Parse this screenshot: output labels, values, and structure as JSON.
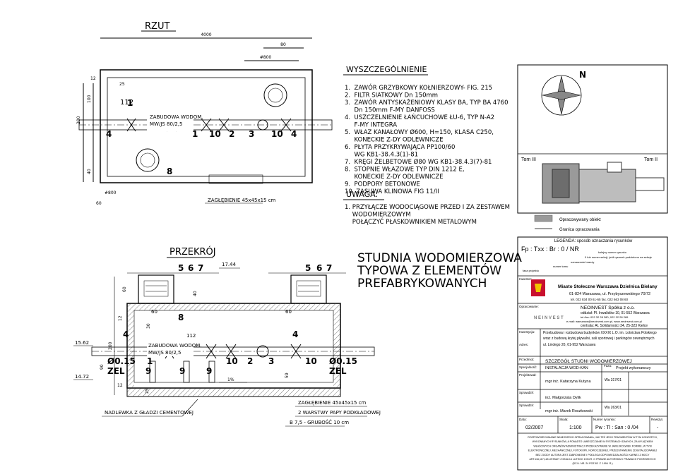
{
  "rzut": {
    "title": "RZUT",
    "dims": {
      "w4000": "4000",
      "w80": "80",
      "w800": "#800",
      "h12": "12",
      "h25": "25",
      "h200": "200",
      "h100": "100",
      "h40": "40",
      "h60": "60",
      "hatch800": "#800"
    },
    "d112": "112",
    "label_zabudowa": "ZABUDOWA WODOM.",
    "label_mwjs": "MW/JS 80/2,5",
    "glebienie": "ZAGŁĘBIENIE 45x45x15 cm",
    "item_numbers": [
      "1",
      "4",
      "8",
      "1",
      "10",
      "2",
      "3",
      "10",
      "4"
    ]
  },
  "wyszczegolnienie": {
    "title": "WYSZCZEGÓLNIENIE",
    "lines": [
      "1.  ZAWÓR GRZYBKOWY KOŁNIERZOWY- FIG. 215",
      "2.  FILTR SIATKOWY Dn 150mm",
      "3.  ZAWÓR ANTYSKAŻENIOWY KLASY BA, TYP BA 4760",
      "     Dn 150mm F-MY DANFOSS",
      "4.  USZCZELNIENIE ŁAŃCUCHOWE ŁU-6, TYP N-A2",
      "     F-MY INTEGRA",
      "5.  WŁAZ KANAŁOWY Ø600, H=150, KLASA C250,",
      "     KONECKIE Z-DY ODLEWNICZE",
      "6.  PŁYTA PRZYKRYWAJĄCA PP100/60",
      "     WG KB1-38.4.3(1)-81",
      "7.  KRĘGI ŻELBETOWE Ø80 WG KB1-38.4.3(7)-81",
      "8.  STOPNIE WŁAZOWE TYP DIN 1212 E,",
      "     KONECKIE Z-DY ODLEWNICZE",
      "9.  PODPORY BETONOWE",
      "10. ZASUWA KLINOWA FIG 11/II"
    ]
  },
  "uwaga": {
    "title": "UWAGA:",
    "lines": [
      "1. PRZYŁĄCZE WODOCIĄGOWE PRZED I ZA ZESTAWEM",
      "    WODOMIERZOWYM",
      "    POŁĄCZYĆ PŁASKOWNIKIEM METALOWYM"
    ]
  },
  "przekroj": {
    "title": "PRZEKRÓJ",
    "top_items": [
      "5",
      "6",
      "7",
      "5",
      "6",
      "7"
    ],
    "elev_top": "17.44",
    "elev_1562": "15.62",
    "elev_1472": "14.72",
    "zel_left": "Ø0.15",
    "zel_right": "Ø0.15",
    "zel": "ZEL",
    "d60a": "60",
    "d60b": "60",
    "d60c": "60",
    "d40": "40",
    "d12": "12",
    "d200": "200",
    "d90": "90",
    "d30": "30",
    "d112": "112",
    "d25": "25",
    "d12b": "12",
    "d59": "59",
    "slope": "1%",
    "items": [
      "8",
      "4",
      "4",
      "1",
      "10",
      "2",
      "3",
      "10",
      "9",
      "9",
      "9"
    ],
    "zabudowa": "ZABUDOWA WODOM.",
    "mwjs": "MW/JS 80/2,5",
    "glebienie": "ZAGŁĘBIENIE 45x45x15 cm",
    "papa": "2 WARSTWY PAPY PODKŁADOWEJ",
    "grubosc": "B 7,5 - GRUBOŚĆ 10 cm",
    "nadlewka": "NADLEWKA Z GŁADZI CEMENTOWEJ"
  },
  "big_title": [
    "STUDNIA WODOMIERZOWA",
    "TYPOWA Z ELEMENTÓW",
    "PREFABRYKOWANYCH"
  ],
  "keymap": {
    "north": "N",
    "tom3": "Tom III",
    "tom2": "Tom II",
    "legend1": "Opracowywany obiekt",
    "legend2": "Granica opracowania"
  },
  "title_block": {
    "legenda": "LEGENDA: sposób oznaczania rysunków",
    "code": "Fp : Txx : Br :  0  / NR",
    "kolejny": "kolejny numer rysunku",
    "zero": "0 lub numer sekcji, jeśli rysunek podzielono na sekcje",
    "oznaczenie": "oznaczenie branży",
    "numer_tomu": "numer tomu",
    "faza": "faza projektu",
    "inwestor_lbl": "Inwestor:",
    "inwestor_name": "Miasto Stołeczne Warszawa Dzielnica Bielany",
    "inwestor_addr": "01-824 Warszawa, ul. Przybyszewskiego 70/72",
    "inwestor_tel": "tel. 022 834 00 61-65 fax. 022 663 08 60",
    "oprac_lbl": "Opracowanie:",
    "neo_logo": "N E I N V E S T",
    "neo_name": "NEOINVEST Spółka z o.o.",
    "neo_l1": "oddział: Pl. Inwalidów 10, 01-552 Warszawa",
    "neo_l2": "tel./fax: 022 32 28 280, 022 32 28 289",
    "neo_l3": "e-mail: warszawa@neoinvest.com.pl, www.neoinvest.com.pl",
    "neo_l4": "centrala: Al. Solidarności 34, 25-323 Kielce",
    "inw_lbl": "Inwestycja:",
    "inw_l1": "Przebudowa i rozbudowa budynków XXXIX L.O. im. Lotnictwa Polskiego",
    "inw_l2": "wraz z budową krytej pływalni, sali sportowej i parkingów zewnętrznych",
    "adres_lbl": "Adres:",
    "adres": "ul. Lindego 20, 01-952 Warszawa",
    "przedmiot_lbl": "Przedmiot:",
    "przedmiot": "SZCZEGÓŁ STUDNI WODOMIERZOWEJ",
    "spec_lbl": "Specjalność:",
    "spec": "INSTALACJA WOD-KAN",
    "faza_lbl": "Faza:",
    "faza_val": "Projekt wykonawczy",
    "proj_lbl": "Projektował:",
    "proj_name": "mgr inż. Katarzyna Kutyna",
    "proj_nr": "Wa 317/01",
    "spr_lbl": "Sprawdził:",
    "spr_name": "inż. Małgorzata Dylik",
    "spr2_lbl": "Sprawdził:",
    "spr2_name": "mgr inż. Marek Roszkowski",
    "spr2_nr": "Wa 263/01",
    "data_lbl": "Data:",
    "data": "02/2007",
    "skala_lbl": "Skala:",
    "skala": "1:100",
    "numer_lbl": "Numer rysunku:",
    "numer": "Pw : Tl : San :  0 /04",
    "rew_lbl": "Rewizja:",
    "rew": "-",
    "copyright": [
      "ROZPOWSZECHNIANIE NINIEJSZEGO OPRACOWANIA, JAK TEŻ JEGO FRAGMENTÓW W TYM KONCEPCJI,",
      "WYKONANYCH RYSUNKÓW, A PONADTO UMIESZCZANIE W SYSTEMACH DANYCH, ZA WYJĄTKIEM",
      "WŁAŚCIWYCH ORGANÓW ADMINISTRACJI PRZEKAZYWANIE W JAKIEJKOLWIEK FORMIE, W TYM",
      "ELEKTRONICZNEJ, MECHANICZNEJ, FOTOKOPII, NOWOCZESNEJ, PRZEDSTAWIENIU ZDIGITALIZOWANEJ",
      "BEZ ZGODY AUTORA JEST ZABRONIONE I PODLEGA ODPOWIEDZIALNOŚCI KARNEJ Z MOCY",
      "ART.116,117,118 USTAWY Z DNIA 14 LUTEGO 1994 R. O PRAWIE AUTORSKIM I PRAWACH POKREWNYCH",
      "(DZ.U. NR. 24 POZ.83  Z  1994  R.)"
    ]
  }
}
